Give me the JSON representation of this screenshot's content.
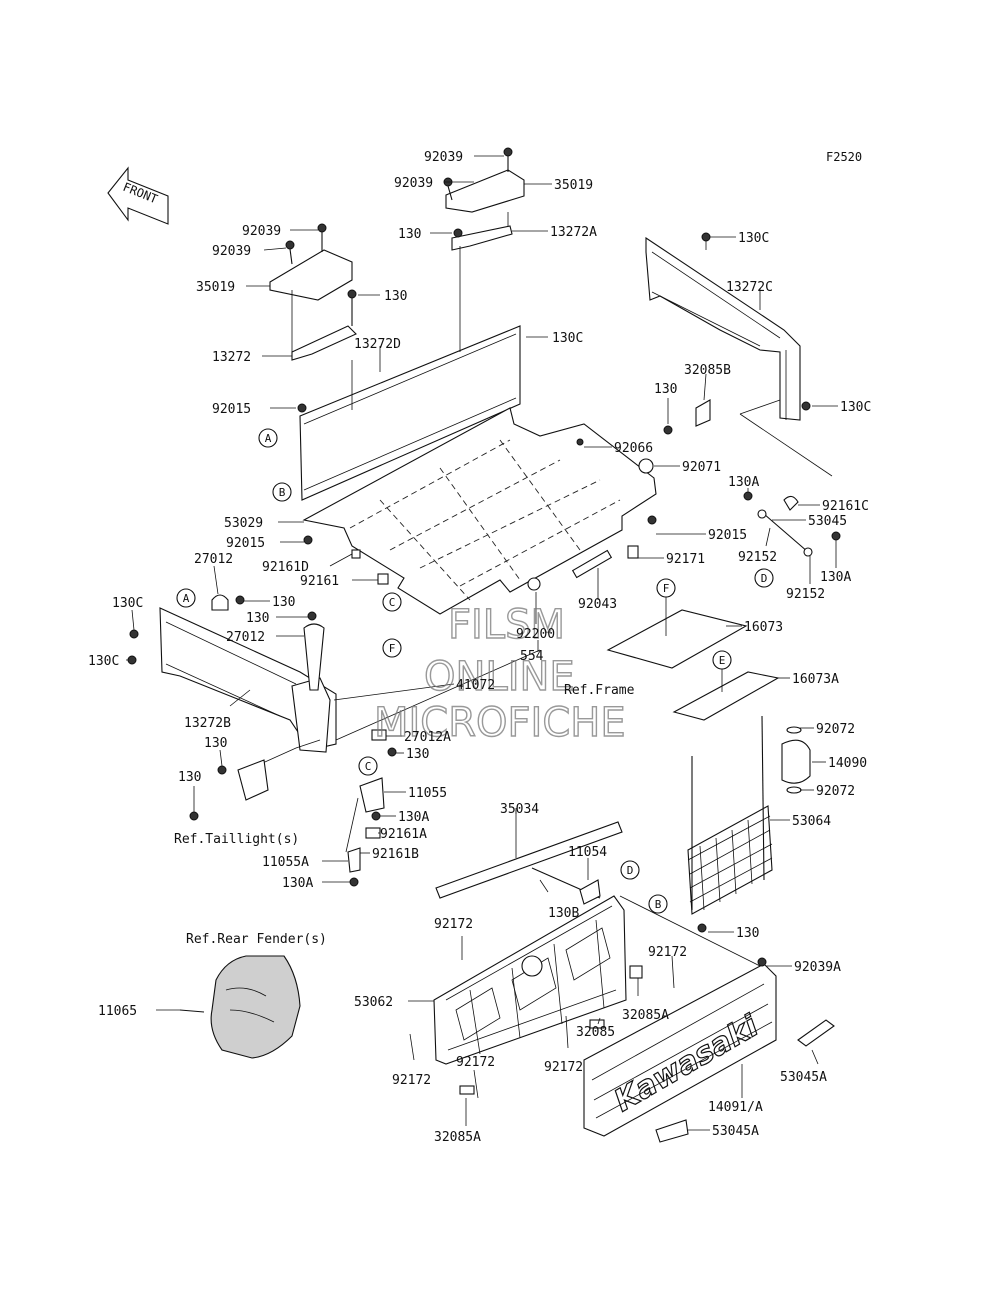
{
  "figure_code": "F2520",
  "front_arrow_label": "FRONT",
  "watermark": [
    "FILSM",
    "ONLINE",
    "MICROFICHE"
  ],
  "brand_text": "Kawasaki",
  "part_labels": [
    {
      "id": "l01",
      "text": "92039"
    },
    {
      "id": "l02",
      "text": "92039"
    },
    {
      "id": "l03",
      "text": "35019"
    },
    {
      "id": "l04",
      "text": "130"
    },
    {
      "id": "l05",
      "text": "13272A"
    },
    {
      "id": "l06",
      "text": "92039"
    },
    {
      "id": "l07",
      "text": "92039"
    },
    {
      "id": "l08",
      "text": "35019"
    },
    {
      "id": "l09",
      "text": "130"
    },
    {
      "id": "l10",
      "text": "13272"
    },
    {
      "id": "l11",
      "text": "13272D"
    },
    {
      "id": "l12",
      "text": "130C"
    },
    {
      "id": "l13",
      "text": "130C"
    },
    {
      "id": "l14",
      "text": "13272C"
    },
    {
      "id": "l15",
      "text": "32085B"
    },
    {
      "id": "l16",
      "text": "130"
    },
    {
      "id": "l17",
      "text": "130C"
    },
    {
      "id": "l18",
      "text": "92015"
    },
    {
      "id": "l19",
      "text": "92066"
    },
    {
      "id": "l20",
      "text": "92071"
    },
    {
      "id": "l21",
      "text": "130A"
    },
    {
      "id": "l22",
      "text": "92161C"
    },
    {
      "id": "l23",
      "text": "53045"
    },
    {
      "id": "l24",
      "text": "53029"
    },
    {
      "id": "l25",
      "text": "92015"
    },
    {
      "id": "l26",
      "text": "92015"
    },
    {
      "id": "l27",
      "text": "27012"
    },
    {
      "id": "l28",
      "text": "92161D"
    },
    {
      "id": "l29",
      "text": "92171"
    },
    {
      "id": "l30",
      "text": "92152"
    },
    {
      "id": "l31",
      "text": "130A"
    },
    {
      "id": "l32",
      "text": "92161"
    },
    {
      "id": "l33",
      "text": "92152"
    },
    {
      "id": "l34",
      "text": "130C"
    },
    {
      "id": "l35",
      "text": "130"
    },
    {
      "id": "l36",
      "text": "92043"
    },
    {
      "id": "l37",
      "text": "130"
    },
    {
      "id": "l38",
      "text": "27012"
    },
    {
      "id": "l39",
      "text": "92200"
    },
    {
      "id": "l40",
      "text": "16073"
    },
    {
      "id": "l41",
      "text": "554"
    },
    {
      "id": "l42",
      "text": "130C"
    },
    {
      "id": "l43",
      "text": "41072"
    },
    {
      "id": "l44",
      "text": "16073A"
    },
    {
      "id": "l45",
      "text": "13272B"
    },
    {
      "id": "l46",
      "text": "27012A"
    },
    {
      "id": "l47",
      "text": "92072"
    },
    {
      "id": "l48",
      "text": "130"
    },
    {
      "id": "l49",
      "text": "130"
    },
    {
      "id": "l50",
      "text": "14090"
    },
    {
      "id": "l51",
      "text": "130"
    },
    {
      "id": "l52",
      "text": "11055"
    },
    {
      "id": "l53",
      "text": "92072"
    },
    {
      "id": "l54",
      "text": "130A"
    },
    {
      "id": "l55",
      "text": "35034"
    },
    {
      "id": "l56",
      "text": "92161A"
    },
    {
      "id": "l57",
      "text": "53064"
    },
    {
      "id": "l58",
      "text": "92161B"
    },
    {
      "id": "l59",
      "text": "11054"
    },
    {
      "id": "l60",
      "text": "11055A"
    },
    {
      "id": "l61",
      "text": "130A"
    },
    {
      "id": "l62",
      "text": "130B"
    },
    {
      "id": "l63",
      "text": "130"
    },
    {
      "id": "l64",
      "text": "92172"
    },
    {
      "id": "l65",
      "text": "92172"
    },
    {
      "id": "l66",
      "text": "92039A"
    },
    {
      "id": "l67",
      "text": "53062"
    },
    {
      "id": "l68",
      "text": "32085A"
    },
    {
      "id": "l69",
      "text": "11065"
    },
    {
      "id": "l70",
      "text": "32085"
    },
    {
      "id": "l71",
      "text": "92172"
    },
    {
      "id": "l72",
      "text": "92172"
    },
    {
      "id": "l73",
      "text": "92172"
    },
    {
      "id": "l74",
      "text": "53045A"
    },
    {
      "id": "l75",
      "text": "14091/A"
    },
    {
      "id": "l76",
      "text": "32085A"
    },
    {
      "id": "l77",
      "text": "53045A"
    }
  ],
  "ref_labels": [
    {
      "id": "r1",
      "text": "Ref.Frame"
    },
    {
      "id": "r2",
      "text": "Ref.Taillight(s)"
    },
    {
      "id": "r3",
      "text": "Ref.Rear Fender(s)"
    }
  ],
  "callouts": [
    {
      "id": "c01",
      "letter": "A"
    },
    {
      "id": "c02",
      "letter": "B"
    },
    {
      "id": "c03",
      "letter": "A"
    },
    {
      "id": "c04",
      "letter": "C"
    },
    {
      "id": "c05",
      "letter": "D"
    },
    {
      "id": "c06",
      "letter": "F"
    },
    {
      "id": "c07",
      "letter": "F"
    },
    {
      "id": "c08",
      "letter": "E"
    },
    {
      "id": "c09",
      "letter": "C"
    },
    {
      "id": "c10",
      "letter": "D"
    },
    {
      "id": "c11",
      "letter": "B"
    }
  ]
}
